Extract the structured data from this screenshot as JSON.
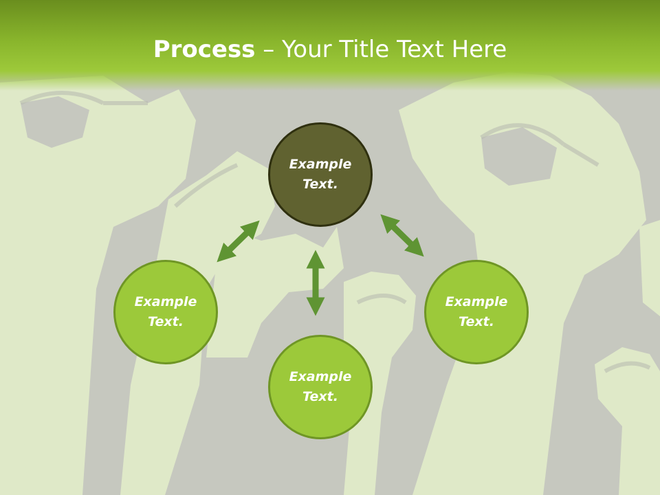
{
  "title": {
    "bold": "Process",
    "rest": " – Your Title Text Here"
  },
  "nodes": {
    "top": "Example\nText.",
    "left": "Example\nText.",
    "right": "Example\nText.",
    "bottom": "Example\nText."
  },
  "colors": {
    "title_bar": "#89b52c",
    "background": "#c6c8bf",
    "fist_art": "#dfe9c8",
    "node_top_fill": "#606230",
    "node_fill": "#9cc93a",
    "arrow": "#5f9433"
  }
}
